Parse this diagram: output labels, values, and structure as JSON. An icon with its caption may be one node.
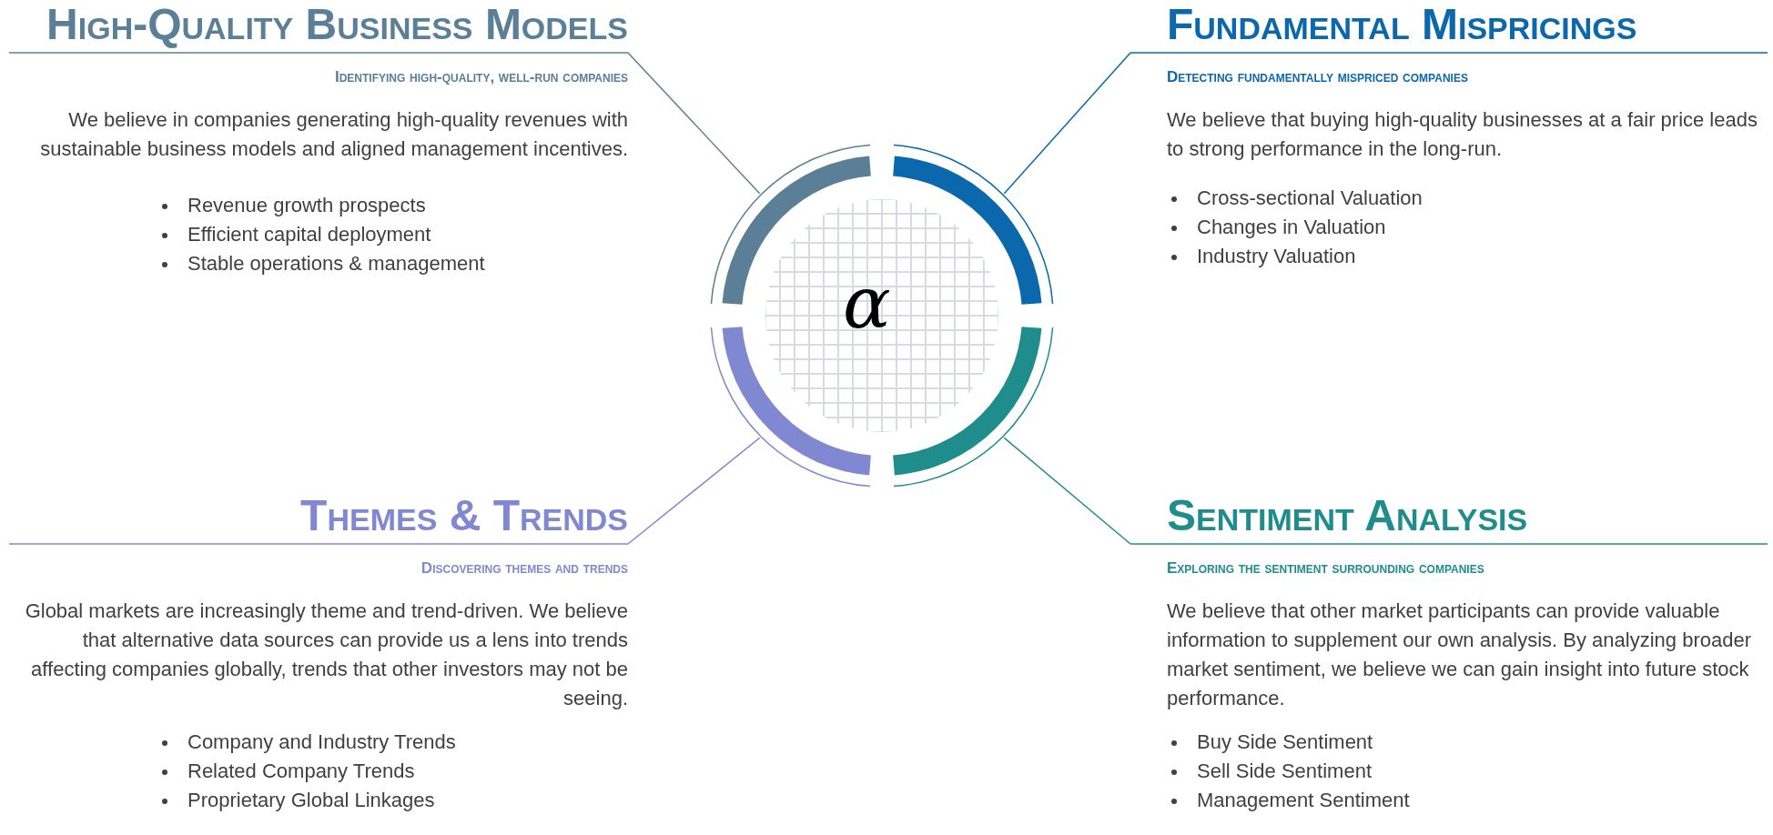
{
  "diagram": {
    "nodes": [
      {
        "text": [
          "High-Quality Business Models",
          "Identifying high-quality, well-run companies",
          "We believe in companies generating high-quality revenues with sustainable business models and aligned management incentives.",
          "Revenue growth prospects",
          "Efficient capital deployment",
          "Stable operations & management"
        ]
      },
      {
        "text": [
          "Fundamental Mispricings",
          "Detecting fundamentally mispriced companies",
          "We believe that buying high-quality businesses at a fair price leads to strong performance in the long-run.",
          "Cross-sectional Valuation",
          "Changes in Valuation",
          "Industry Valuation"
        ]
      },
      {
        "text": [
          "α"
        ]
      },
      {
        "text": [
          "Themes & Trends",
          "Discovering themes and trends",
          "Global markets are increasingly theme and trend-driven. We believe that alternative data sources can provide us a lens into trends affecting companies globally, trends that other investors may not be seeing.",
          "Company and Industry Trends",
          "Related Company Trends",
          "Proprietary Global Linkages"
        ]
      },
      {
        "text": [
          "Sentiment Analysis",
          "Exploring the sentiment surrounding companies",
          "We believe that other market participants can provide valuable information to supplement our own analysis. By analyzing broader market sentiment, we believe we can gain insight into future stock performance.",
          "Buy Side Sentiment",
          "Sell Side Sentiment",
          "Management Sentiment"
        ]
      }
    ],
    "edges": [
      {
        "from": 0,
        "to": 2,
        "arrow": "none",
        "color": "#5b7f96"
      },
      {
        "from": 1,
        "to": 2,
        "arrow": "none",
        "color": "#0b68ad"
      },
      {
        "from": 3,
        "to": 2,
        "arrow": "none",
        "color": "#8088d2"
      },
      {
        "from": 4,
        "to": 2,
        "arrow": "none",
        "color": "#208d8d"
      }
    ]
  }
}
